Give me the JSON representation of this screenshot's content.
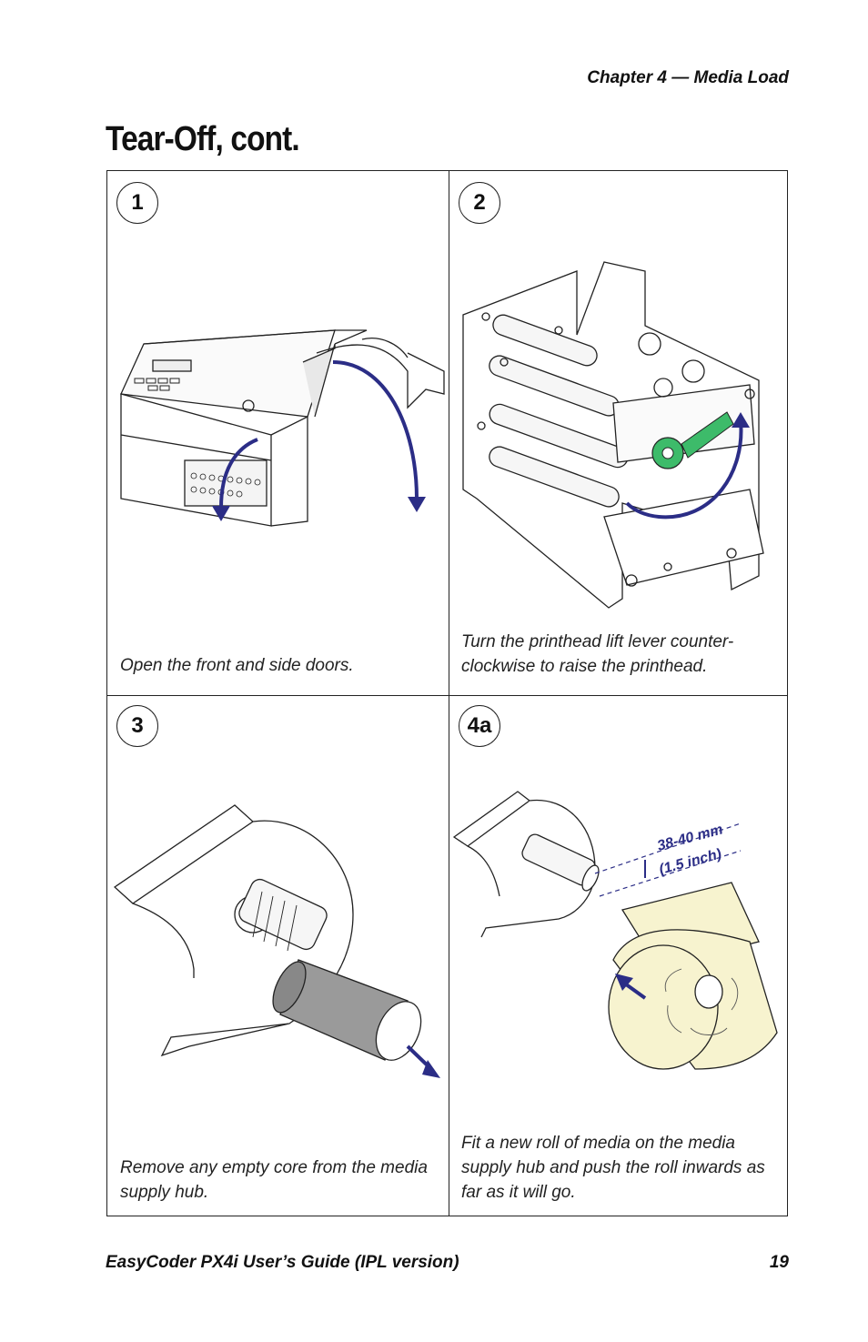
{
  "header": {
    "chapter": "Chapter 4 — Media Load"
  },
  "page_title": "Tear-Off, cont.",
  "steps": [
    {
      "number": "1",
      "caption": "Open the front and side doors.",
      "illustration_icon": "printer-open-doors-icon"
    },
    {
      "number": "2",
      "caption": "Turn the printhead lift lever counter-clockwise to raise the printhead.",
      "illustration_icon": "printhead-mechanism-icon"
    },
    {
      "number": "3",
      "caption": "Remove any empty core from the media supply hub.",
      "illustration_icon": "media-hub-core-icon"
    },
    {
      "number": "4a",
      "caption": "Fit a new roll of media on the media supply hub and push the roll inwards as far as it will go.",
      "illustration_icon": "media-roll-insert-icon",
      "dimension_label_1": "38-40 mm",
      "dimension_label_2": "(1.5 inch)"
    }
  ],
  "footer": {
    "guide_title": "EasyCoder PX4i User’s Guide (IPL version)",
    "page_number": "19"
  },
  "colors": {
    "arrow": "#2b2d86",
    "lever": "#3dbb6a",
    "roll": "#f7f3cf",
    "text": "#111111"
  }
}
